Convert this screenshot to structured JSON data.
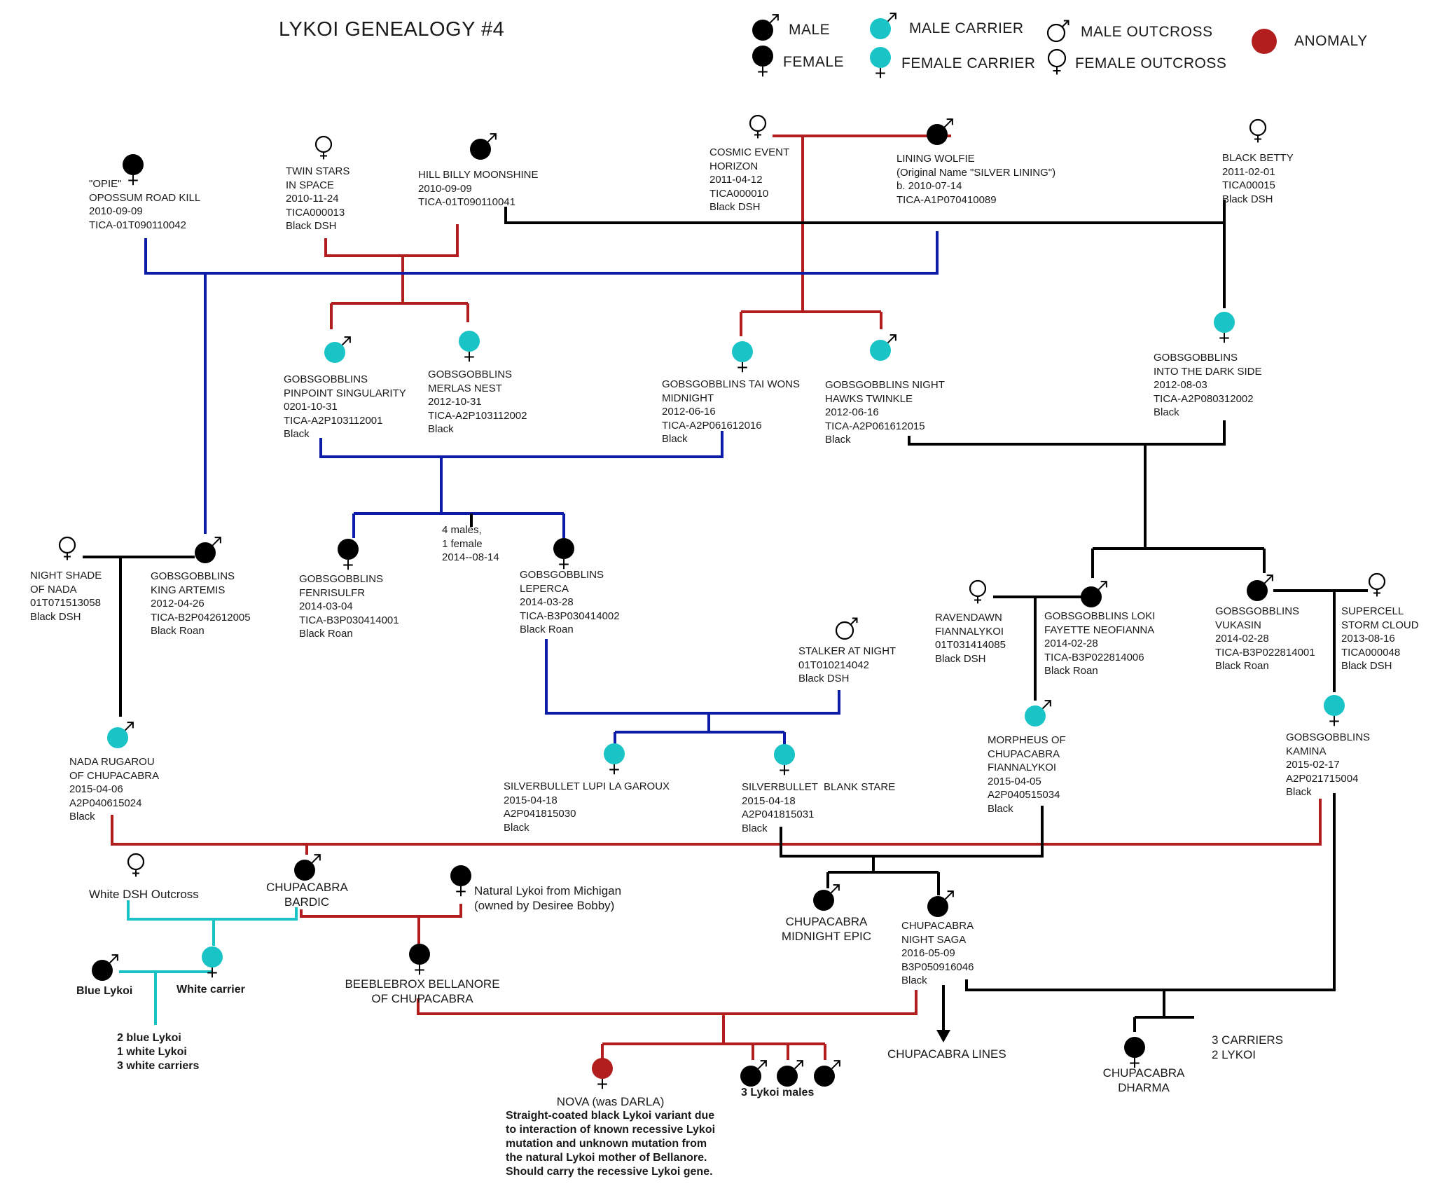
{
  "title": "LYKOI GENEALOGY #4",
  "colors": {
    "normal": "#000000",
    "carrier": "#19c3c6",
    "anomaly": "#b21e1e",
    "line_red": "#b21e1e",
    "line_blue": "#0d1ca8",
    "line_black": "#000000",
    "line_teal": "#19c3c6"
  },
  "legend": [
    {
      "label": "MALE",
      "symbol": "male-icon",
      "kind": "normal"
    },
    {
      "label": "FEMALE",
      "symbol": "female-icon",
      "kind": "normal"
    },
    {
      "label": "MALE  CARRIER",
      "symbol": "male-icon",
      "kind": "carrier"
    },
    {
      "label": "FEMALE  CARRIER",
      "symbol": "female-icon",
      "kind": "carrier"
    },
    {
      "label": "MALE  OUTCROSS",
      "symbol": "male-icon",
      "kind": "outcross"
    },
    {
      "label": "FEMALE  OUTCROSS",
      "symbol": "female-icon",
      "kind": "outcross"
    },
    {
      "label": "ANOMALY",
      "symbol": "anomaly-icon",
      "kind": "anomaly"
    }
  ],
  "cats": {
    "opie": [
      "\"OPIE\"",
      "OPOSSUM ROAD KILL",
      "2010-09-09",
      "TICA-01T090110042"
    ],
    "twin_stars": [
      "TWIN STARS",
      "IN SPACE",
      "2010-11-24",
      "TICA000013",
      "Black DSH"
    ],
    "hill_billy": [
      "HILL BILLY MOONSHINE",
      "2010-09-09",
      "TICA-01T090110041"
    ],
    "cosmic": [
      "COSMIC EVENT",
      "HORIZON",
      "2011-04-12",
      "TICA000010",
      "Black DSH"
    ],
    "lining": [
      "LINING WOLFIE",
      "(Original Name \"SILVER LINING\")",
      "b. 2010-07-14",
      "TICA-A1P070410089"
    ],
    "black_betty": [
      "BLACK BETTY",
      "2011-02-01",
      "TICA00015",
      "Black DSH"
    ],
    "pinpoint": [
      "GOBSGOBBLINS",
      "PINPOINT SINGULARITY",
      "0201-10-31",
      "TICA-A2P103112001",
      "Black"
    ],
    "merlas": [
      "GOBSGOBBLINS",
      "MERLAS NEST",
      "2012-10-31",
      "TICA-A2P103112002",
      "Black"
    ],
    "tai_wons": [
      "GOBSGOBBLINS TAI WONS",
      "MIDNIGHT",
      "2012-06-16",
      "TICA-A2P061612016",
      "Black"
    ],
    "night_hawks": [
      "GOBSGOBBLINS NIGHT",
      "HAWKS TWINKLE",
      "2012-06-16",
      "TICA-A2P061612015",
      "Black"
    ],
    "dark_side": [
      "GOBSGOBBLINS",
      "INTO THE DARK SIDE",
      "2012-08-03",
      "TICA-A2P080312002",
      "Black"
    ],
    "night_shade": [
      "NIGHT SHADE",
      "OF NADA",
      "01T071513058",
      "Black DSH"
    ],
    "king_artemis": [
      "GOBSGOBBLINS",
      "KING ARTEMIS",
      "2012-04-26",
      "TICA-B2P042612005",
      "Black Roan"
    ],
    "fenrisulfr": [
      "GOBSGOBBLINS",
      "FENRISULFR",
      "2014-03-04",
      "TICA-B3P030414001",
      "Black Roan"
    ],
    "litter_note": [
      "4 males,",
      "1 female",
      "2014--08-14"
    ],
    "leperca": [
      "GOBSGOBBLINS",
      "LEPERCA",
      "2014-03-28",
      "TICA-B3P030414002",
      "Black Roan"
    ],
    "stalker": [
      "STALKER AT NIGHT",
      "01T010214042",
      "Black DSH"
    ],
    "ravendawn": [
      "RAVENDAWN",
      "FIANNALYKOI",
      "01T031414085",
      "Black DSH"
    ],
    "loki": [
      "GOBSGOBBLINS LOKI",
      "FAYETTE NEOFIANNA",
      "2014-02-28",
      "TICA-B3P022814006",
      "Black Roan"
    ],
    "vukasin": [
      "GOBSGOBBLINS",
      "VUKASIN",
      "2014-02-28",
      "TICA-B3P022814001",
      "Black Roan"
    ],
    "supercell": [
      "SUPERCELL",
      "STORM CLOUD",
      "2013-08-16",
      "TICA000048",
      "Black DSH"
    ],
    "nada": [
      "NADA RUGAROU",
      "OF CHUPACABRA",
      "2015-04-06",
      "A2P040615024",
      "Black"
    ],
    "lupi": [
      "SILVERBULLET LUPI LA GAROUX",
      "2015-04-18",
      "A2P041815030",
      "Black"
    ],
    "blank_stare": [
      "SILVERBULLET  BLANK STARE",
      "2015-04-18",
      "A2P041815031",
      "Black"
    ],
    "morpheus": [
      "MORPHEUS OF",
      "CHUPACABRA",
      "FIANNALYKOI",
      "2015-04-05",
      "A2P040515034",
      "Black"
    ],
    "kamina": [
      "GOBSGOBBLINS",
      "KAMINA",
      "2015-02-17",
      "A2P021715004",
      "Black"
    ],
    "white_dsh": [
      "White DSH Outcross"
    ],
    "bardic": [
      "CHUPACABRA",
      "BARDIC"
    ],
    "natural_lykoi": [
      "Natural Lykoi from Michigan",
      "(owned by Desiree Bobby)"
    ],
    "blue_lykoi": [
      "Blue Lykoi"
    ],
    "white_carrier": [
      "White carrier"
    ],
    "bellanore": [
      "BEEBLEBROX BELLANORE",
      "OF CHUPACABRA"
    ],
    "midnight_epic": [
      "CHUPACABRA",
      "MIDNIGHT EPIC"
    ],
    "night_saga": [
      "CHUPACABRA",
      "NIGHT SAGA",
      "2016-05-09",
      "B3P050916046",
      "Black"
    ],
    "blue_litter": [
      "2 blue Lykoi",
      "1 white Lykoi",
      "3 white carriers"
    ],
    "nova": [
      "NOVA (was DARLA)",
      "Straight-coated black Lykoi variant due",
      "to interaction of known recessive Lykoi",
      "mutation and unknown mutation from",
      "the natural Lykoi mother of Bellanore.",
      "Should carry the recessive Lykoi gene."
    ],
    "lykoi_males": [
      "3 Lykoi males"
    ],
    "chupacabra_lines": [
      "CHUPACABRA LINES"
    ],
    "dharma": [
      "CHUPACABRA",
      "DHARMA"
    ],
    "kamina_litter": [
      "3 CARRIERS",
      "2 LYKOI"
    ]
  }
}
